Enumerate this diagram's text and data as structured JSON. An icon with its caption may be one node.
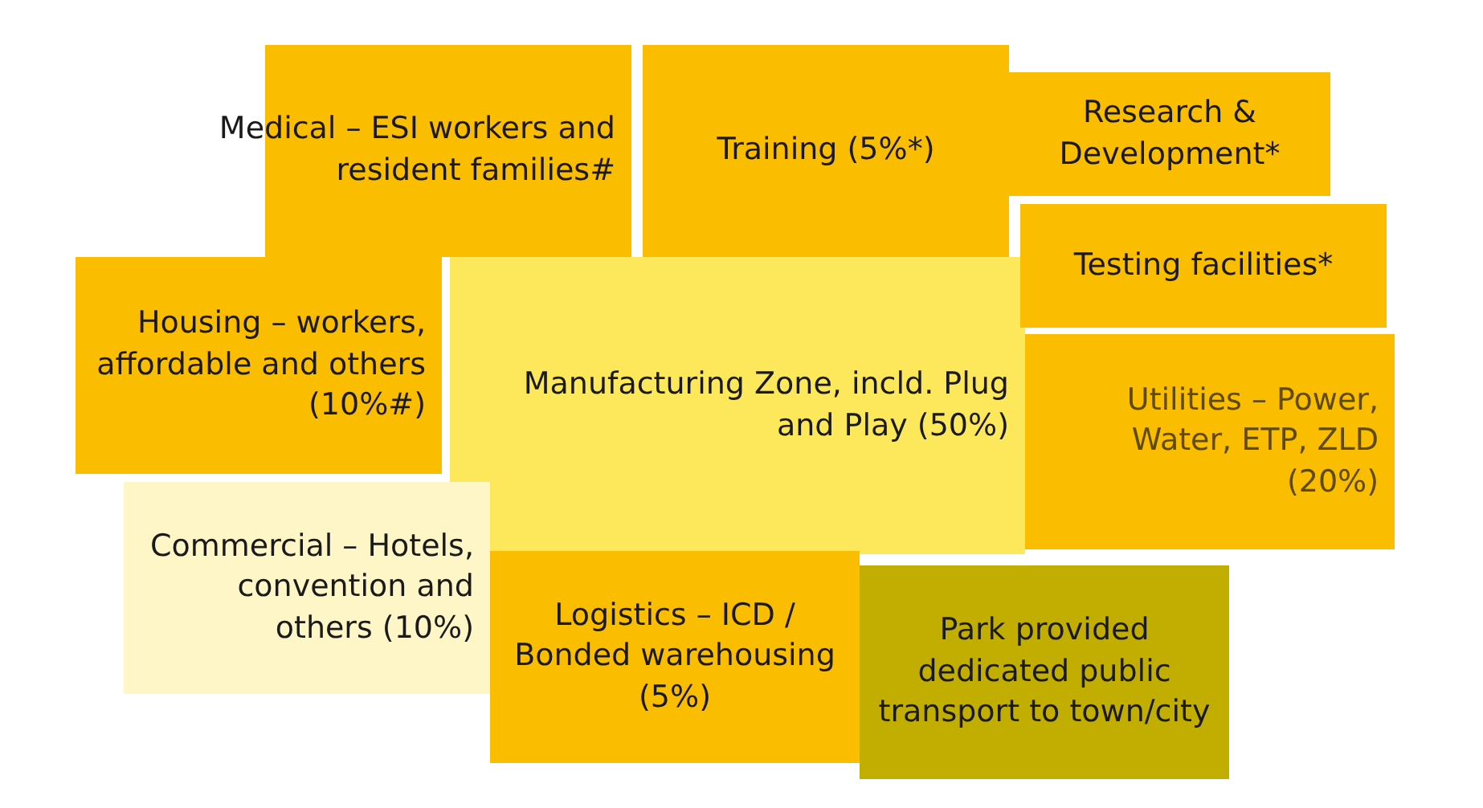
{
  "diagram": {
    "nodes": [
      {
        "text": [
          "Medical – ESI workers and resident families#"
        ]
      },
      {
        "text": [
          "Training (5%*)"
        ]
      },
      {
        "text": [
          "Research & Development*"
        ]
      },
      {
        "text": [
          "Testing facilities*"
        ]
      },
      {
        "text": [
          "Housing – workers, affordable and others (10%#)"
        ]
      },
      {
        "text": [
          "Manufacturing Zone, incld. Plug and Play (50%)"
        ]
      },
      {
        "text": [
          "Utilities – Power, Water, ETP, ZLD (20%)"
        ]
      },
      {
        "text": [
          "Commercial – Hotels, convention and others (10%)"
        ]
      },
      {
        "text": [
          "Logistics – ICD / Bonded warehousing (5%)"
        ]
      },
      {
        "text": [
          "Park provided dedicated public transport to town/city"
        ]
      }
    ]
  }
}
